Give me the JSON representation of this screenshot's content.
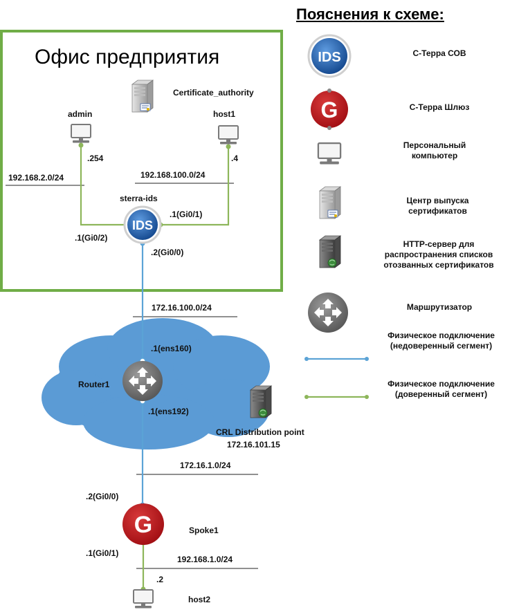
{
  "office": {
    "title": "Офис предприятия"
  },
  "legend": {
    "title": "Пояснения к схеме:",
    "items": [
      {
        "icon": "ids-icon",
        "label": "С-Терра СОВ"
      },
      {
        "icon": "gateway-icon",
        "label": "С-Терра Шлюз"
      },
      {
        "icon": "pc-icon",
        "label": "Персональный компьютер"
      },
      {
        "icon": "ca-server-icon",
        "label": "Центр выпуска сертификатов"
      },
      {
        "icon": "http-server-icon",
        "label": "HTTP-сервер для распространения списков отозванных сертификатов"
      },
      {
        "icon": "router-icon",
        "label": "Маршрутизатор"
      },
      {
        "icon": "blue-link-icon",
        "label": "Физическое подключение (недоверенный сегмент)"
      },
      {
        "icon": "green-link-icon",
        "label": "Физическое подключение (доверенный сегмент)"
      }
    ]
  },
  "nodes": {
    "ca": "Certificate_authority",
    "admin": "admin",
    "host1": "host1",
    "ids": "sterra-ids",
    "ids_badge": "IDS",
    "router": "Router1",
    "crl_name": "CRL Distribution point",
    "crl_ip": "172.16.101.15",
    "spoke": "Spoke1",
    "spoke_badge": "G",
    "host2": "host2"
  },
  "labels": {
    "admin_ip": ".254",
    "host1_ip": ".4",
    "net_admin": "192.168.2.0/24",
    "net_host1": "192.168.100.0/24",
    "ids_gi01": ".1(Gi0/1)",
    "ids_gi02": ".1(Gi0/2)",
    "ids_gi00": ".2(Gi0/0)",
    "net_172_100": "172.16.100.0/24",
    "r_ens160": ".1(ens160)",
    "r_ens192": ".1(ens192)",
    "net_172_1": "172.16.1.0/24",
    "spoke_gi00": ".2(Gi0/0)",
    "spoke_gi01": ".1(Gi0/1)",
    "net_192_1": "192.168.1.0/24",
    "host2_ip": ".2"
  },
  "colors": {
    "office_border": "#70ad47",
    "trusted_link": "#8db65a",
    "untrusted_link": "#5ba3d6",
    "cloud": "#5b9bd5",
    "gateway": "#c0141c",
    "ids": "#1f5fa8",
    "router": "#6d6d6d"
  }
}
